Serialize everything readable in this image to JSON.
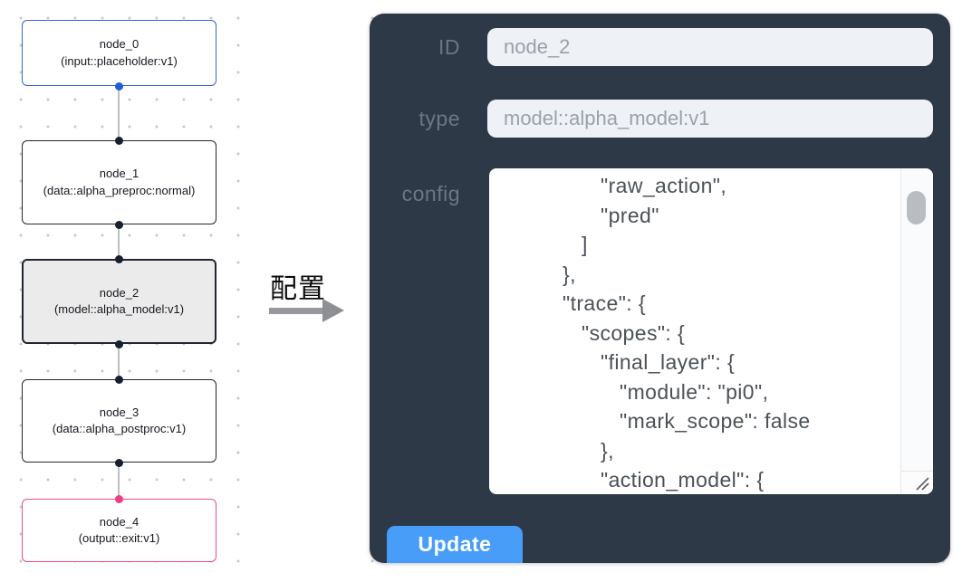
{
  "canvas": {
    "nodes": [
      {
        "id": "node_0",
        "title": "node_0",
        "subtitle": "(input::placeholder:v1)",
        "variant": "input"
      },
      {
        "id": "node_1",
        "title": "node_1",
        "subtitle": "(data::alpha_preproc:normal)",
        "variant": "default"
      },
      {
        "id": "node_2",
        "title": "node_2",
        "subtitle": "(model::alpha_model:v1)",
        "variant": "selected"
      },
      {
        "id": "node_3",
        "title": "node_3",
        "subtitle": "(data::alpha_postproc:v1)",
        "variant": "default"
      },
      {
        "id": "node_4",
        "title": "node_4",
        "subtitle": "(output::exit:v1)",
        "variant": "output"
      }
    ]
  },
  "arrow": {
    "label": "配置"
  },
  "panel": {
    "fields": [
      {
        "label": "ID",
        "value": "node_2"
      },
      {
        "label": "type",
        "value": "model::alpha_model:v1"
      }
    ],
    "config_label": "config",
    "config_lines": [
      "      \"raw_action\",",
      "      \"pred\"",
      "    ]",
      "  },",
      "  \"trace\": {",
      "    \"scopes\": {",
      "      \"final_layer\": {",
      "        \"module\": \"pi0\",",
      "        \"mark_scope\": false",
      "      },",
      "      \"action_model\": {"
    ],
    "update_label": "Update"
  },
  "colors": {
    "panel_bg": "#2e3947",
    "accent_blue": "#479df8",
    "input_node_border": "#3566cc",
    "input_node_port": "#1e5ed9",
    "output_node_border": "#ec4a8d",
    "output_node_port": "#f23c86",
    "default_node_border": "#20262f",
    "selected_node_fill": "#ebebeb",
    "field_bg": "#eef1f5",
    "field_text": "#9aa1ac",
    "label_text": "#6d7684"
  }
}
